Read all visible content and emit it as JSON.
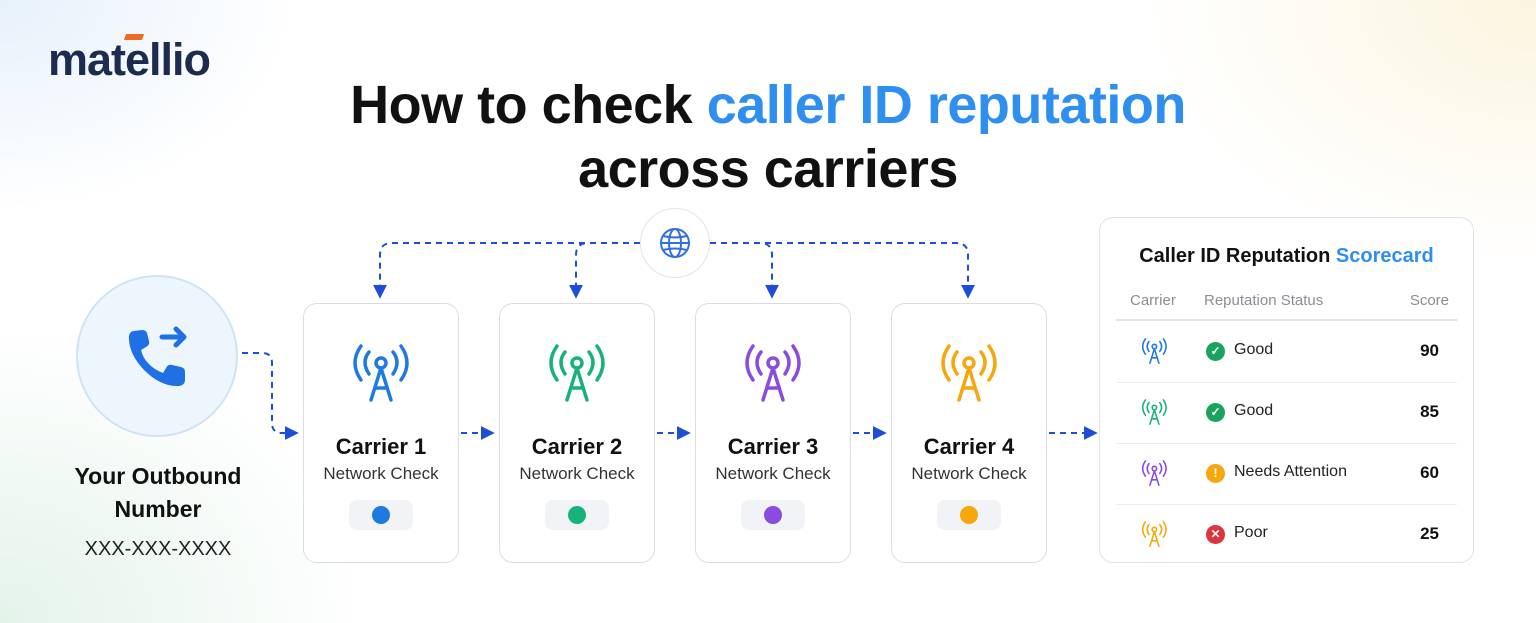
{
  "logo": "matellio",
  "title": {
    "line1_prefix": "How to check ",
    "line1_highlight": "caller ID reputation",
    "line2": "across carriers"
  },
  "source": {
    "label_line1": "Your Outbound",
    "label_line2": "Number",
    "number": "XXX-XXX-XXXX"
  },
  "carriers": [
    {
      "name": "Carrier 1",
      "sub": "Network Check",
      "color": "#1f7ae0"
    },
    {
      "name": "Carrier 2",
      "sub": "Network Check",
      "color": "#16b27a"
    },
    {
      "name": "Carrier 3",
      "sub": "Network Check",
      "color": "#8a4be0"
    },
    {
      "name": "Carrier 4",
      "sub": "Network Check",
      "color": "#f5a70c"
    }
  ],
  "scorecard": {
    "title_prefix": "Caller ID Reputation ",
    "title_highlight": "Scorecard",
    "headers": {
      "carrier": "Carrier",
      "status": "Reputation Status",
      "score": "Score"
    },
    "rows": [
      {
        "color": "#1f7ae0",
        "status": "Good",
        "status_type": "good",
        "score": "90"
      },
      {
        "color": "#16b27a",
        "status": "Good",
        "status_type": "good",
        "score": "85"
      },
      {
        "color": "#8a4be0",
        "status": "Needs Attention",
        "status_type": "warn",
        "score": "60"
      },
      {
        "color": "#f5a70c",
        "status": "Poor",
        "status_type": "bad",
        "score": "25"
      }
    ]
  },
  "colors": {
    "accent": "#2f8ff0",
    "arrow": "#1d4ed8",
    "good": "#1aa35c",
    "warn": "#f5a70c",
    "bad": "#e0333c"
  }
}
